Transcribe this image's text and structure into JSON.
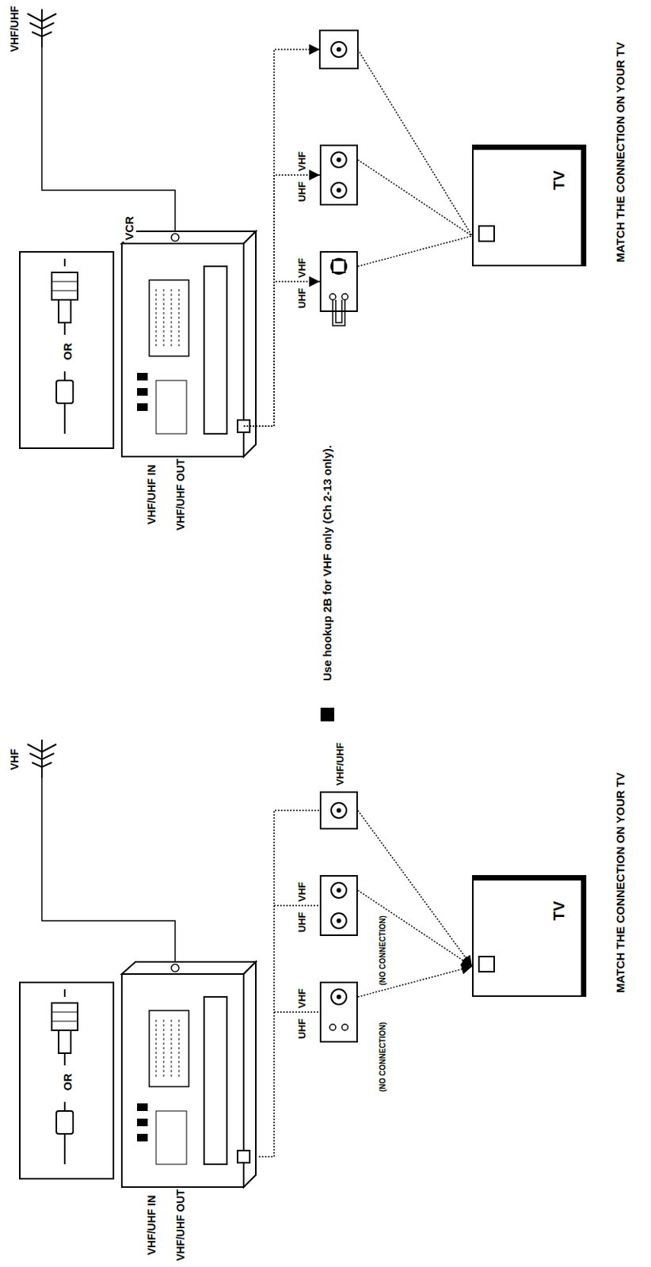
{
  "diagram": {
    "nodes": [
      {
        "text": [
          "OR"
        ]
      },
      {
        "text": [
          "VCR"
        ]
      },
      {
        "text": [
          "VHF",
          "UHF"
        ]
      },
      {
        "text": [
          "VHF",
          "UHF"
        ]
      },
      {
        "text": [
          "TV"
        ]
      },
      {
        "text": [
          "OR"
        ]
      },
      {
        "text": [
          "VHF/UHF"
        ]
      },
      {
        "text": [
          "VHF",
          "(NO CONNECTION)",
          "UHF"
        ]
      },
      {
        "text": [
          "VHF",
          "(NO CONNECTION)",
          "UHF"
        ]
      },
      {
        "text": [
          "TV"
        ]
      }
    ],
    "edges": [
      {
        "from": 1,
        "to": 2,
        "arrow": "to"
      },
      {
        "from": 1,
        "to": 3,
        "arrow": "to"
      },
      {
        "from": 2,
        "to": 4,
        "arrow": "none"
      },
      {
        "from": 3,
        "to": 4,
        "arrow": "none"
      },
      {
        "from": 6,
        "to": 9,
        "arrow": "to"
      },
      {
        "from": 7,
        "to": 9,
        "arrow": "to"
      },
      {
        "from": 8,
        "to": 9,
        "arrow": "to"
      }
    ],
    "labels": [
      "VHF/UHF",
      "VHF/UHF IN",
      "VHF/UHF OUT",
      "MATCH THE CONNECTION ON YOUR TV",
      "Use hookup 2B for VHF only (Ch 2-13 only).",
      "VHF",
      "VHF/UHF IN",
      "VHF/UHF OUT",
      "MATCH THE CONNECTION ON YOUR TV"
    ]
  }
}
